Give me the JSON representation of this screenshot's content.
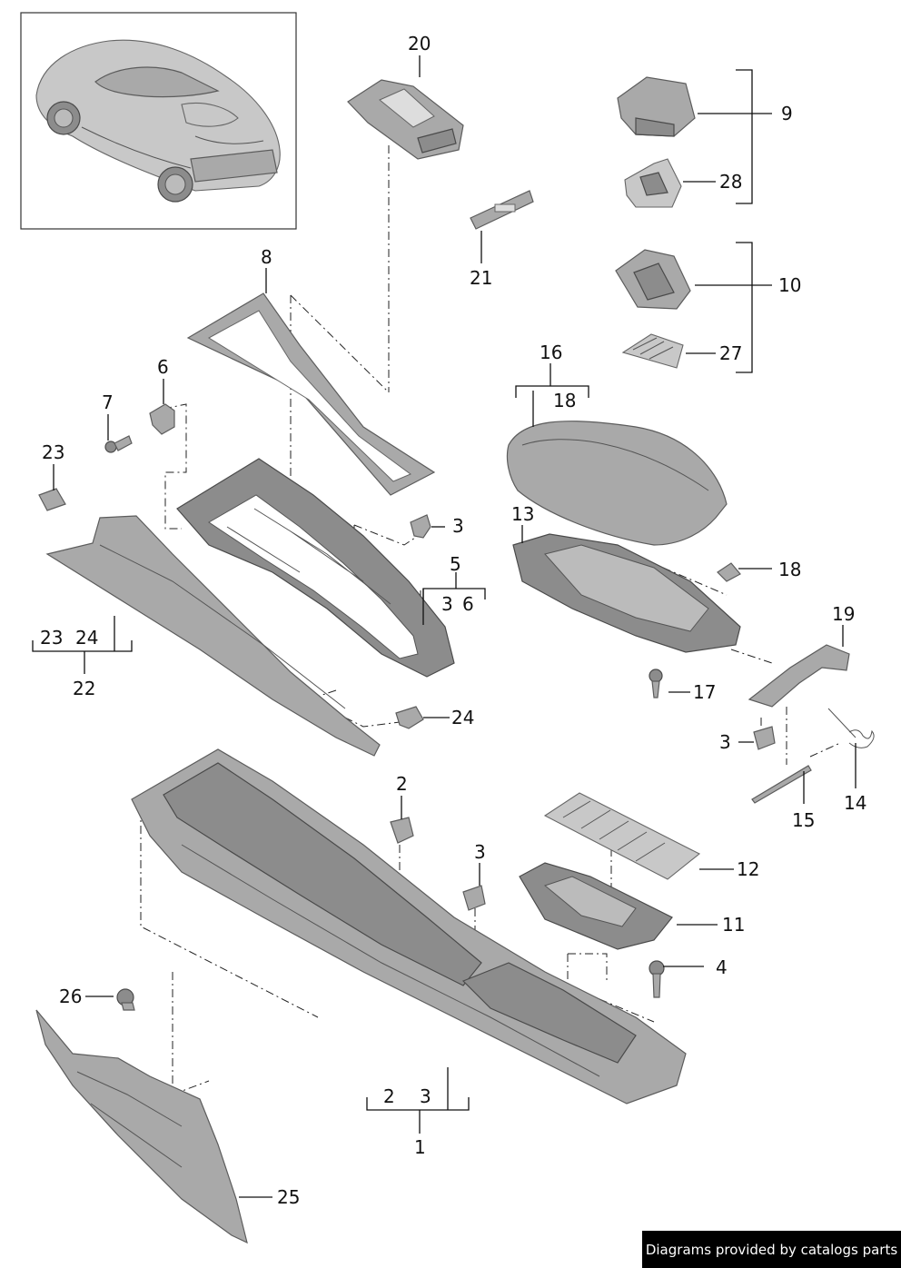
{
  "callouts": {
    "c1": "1",
    "c2": "2",
    "c3": "3",
    "c4": "4",
    "c5": "5",
    "c6": "6",
    "c7": "7",
    "c8": "8",
    "c9": "9",
    "c10": "10",
    "c11": "11",
    "c12": "12",
    "c13": "13",
    "c14": "14",
    "c15": "15",
    "c16": "16",
    "c17": "17",
    "c18": "18",
    "c19": "19",
    "c20": "20",
    "c21": "21",
    "c22": "22",
    "c23": "23",
    "c24": "24",
    "c25": "25",
    "c26": "26",
    "c27": "27",
    "c28": "28"
  },
  "footer": {
    "text": "Diagrams provided by catalogs parts"
  }
}
